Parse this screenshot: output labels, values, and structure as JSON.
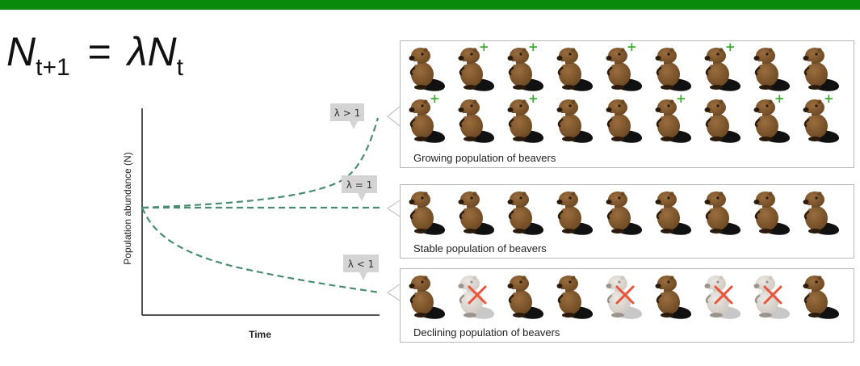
{
  "equation": {
    "lhs_base": "N",
    "lhs_sub": "t+1",
    "eq": "=",
    "rhs_base": "λN",
    "rhs_sub": "t"
  },
  "graph": {
    "ylabel": "Population abundance (N)",
    "xlabel": "Time",
    "curves": [
      {
        "label": "λ > 1",
        "lambda": 1.05
      },
      {
        "label": "λ = 1",
        "lambda": 1.0
      },
      {
        "label": "λ < 1",
        "lambda": 0.95
      }
    ]
  },
  "colors": {
    "curve": "#4a8c70",
    "plus": "#3daa30",
    "cross": "#e8553a",
    "top_bar": "#0a8a0a",
    "beaver_body": "#6b4722",
    "beaver_tail": "#111111"
  },
  "panels": {
    "growing": {
      "caption": "Growing population of beavers",
      "rows": [
        [
          "normal",
          "new",
          "new",
          "normal",
          "new",
          "normal",
          "new",
          "normal",
          "normal"
        ],
        [
          "new",
          "normal",
          "new",
          "normal",
          "normal",
          "new",
          "normal",
          "new",
          "new"
        ]
      ]
    },
    "stable": {
      "caption": "Stable population of beavers",
      "rows": [
        [
          "normal",
          "normal",
          "normal",
          "normal",
          "normal",
          "normal",
          "normal",
          "normal",
          "normal"
        ]
      ]
    },
    "declining": {
      "caption": "Declining population of beavers",
      "rows": [
        [
          "normal",
          "dead",
          "normal",
          "normal",
          "dead",
          "normal",
          "dead",
          "dead",
          "normal"
        ]
      ]
    }
  }
}
